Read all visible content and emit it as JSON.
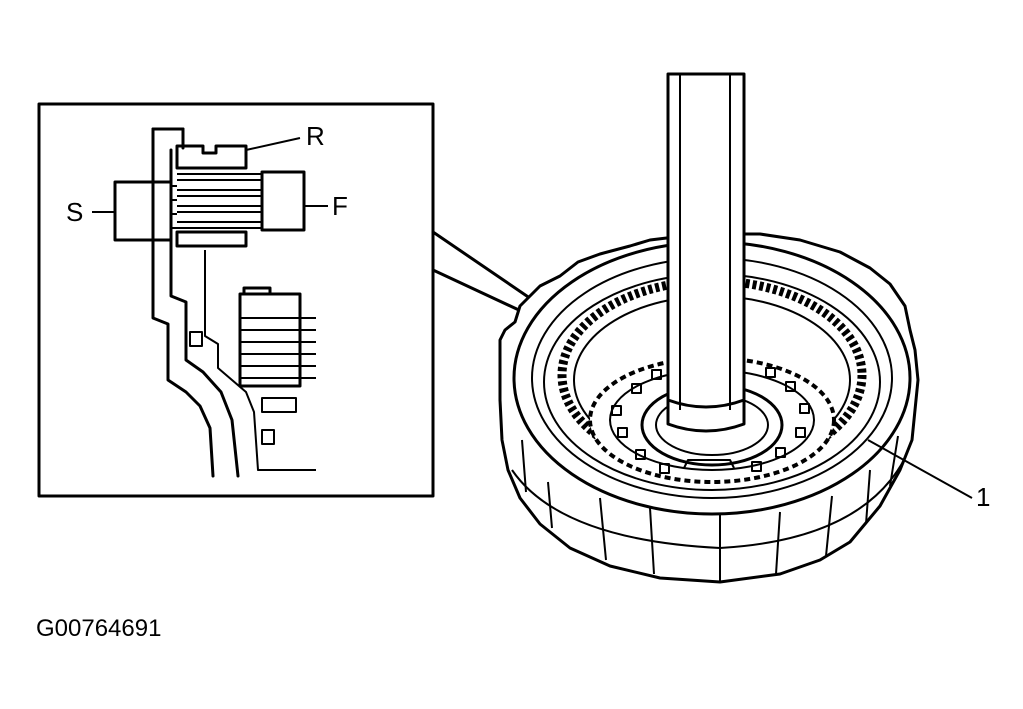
{
  "labels": {
    "r": "R",
    "f": "F",
    "s": "S",
    "callout_1": "1",
    "figure_id": "G00764691"
  },
  "colors": {
    "ink": "#000000",
    "background": "#ffffff"
  }
}
